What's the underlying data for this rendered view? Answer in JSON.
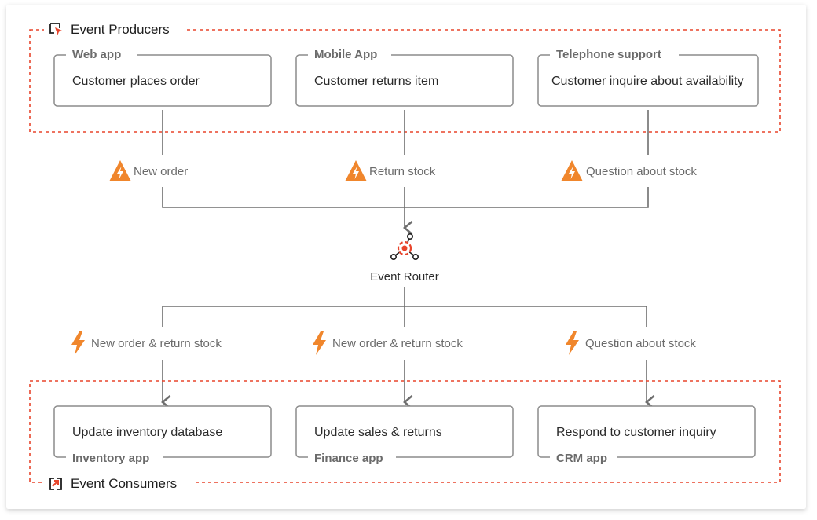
{
  "producers": {
    "label": "Event Producers",
    "icon": "producer-cursor-icon",
    "boxes": [
      {
        "tag": "Web app",
        "title": "Customer places order"
      },
      {
        "tag": "Mobile App",
        "title": "Customer returns item"
      },
      {
        "tag": "Telephone support",
        "title": "Customer inquire about availability"
      }
    ]
  },
  "events_in": [
    "New order",
    "Return stock",
    "Question about stock"
  ],
  "router": {
    "label": "Event Router",
    "icon": "event-router-icon"
  },
  "events_out": [
    "New order & return stock",
    "New order & return stock",
    "Question about stock"
  ],
  "consumers": {
    "label": "Event Consumers",
    "icon": "consumer-arrow-icon",
    "boxes": [
      {
        "title": "Update inventory database",
        "tag": "Inventory app"
      },
      {
        "title": "Update sales & returns",
        "tag": "Finance app"
      },
      {
        "title": "Respond to customer inquiry",
        "tag": "CRM app"
      }
    ]
  },
  "colors": {
    "accent_red": "#e8452c",
    "event_orange": "#f0862c",
    "border": "#8c8c8c",
    "line": "#6e6e6e"
  }
}
